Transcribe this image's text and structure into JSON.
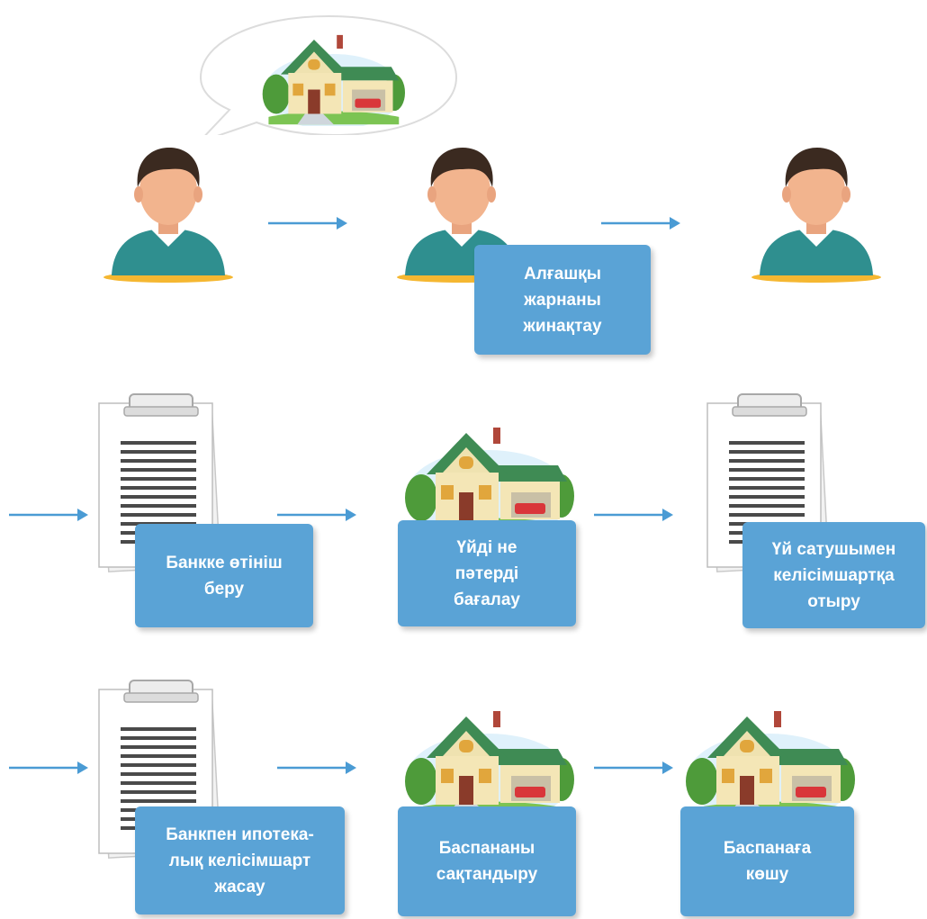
{
  "steps": [
    {
      "label": "Алғашқы\nжарнаны\nжинақтау"
    },
    {
      "label": "Банкке өтініш\nберу"
    },
    {
      "label": "Үйді не\nпәтерді\nбағалау"
    },
    {
      "label": "Үй сатушымен\nкелісімшартқа\nотыру"
    },
    {
      "label": "Банкпен ипотека-\nлық келісімшарт\nжасау"
    },
    {
      "label": "Баспананы\nсақтандыру"
    },
    {
      "label": "Баспанаға\nкөшу"
    }
  ],
  "colors": {
    "box": "#5aa3d6",
    "arrow": "#4a9bd4",
    "shirt": "#2f8f8f",
    "hair": "#3b2a20",
    "skin": "#f2b48e",
    "base": "#f5b731"
  },
  "icons": [
    "person-icon",
    "house-icon",
    "document-icon",
    "speech-bubble-icon",
    "arrow-right-icon"
  ]
}
